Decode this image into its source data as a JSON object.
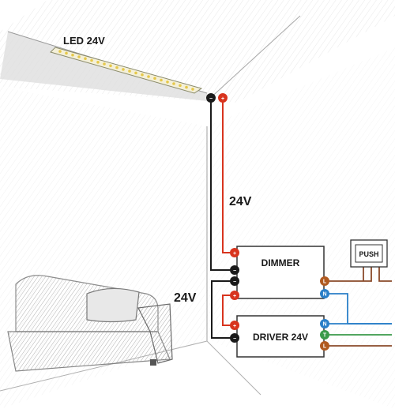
{
  "labels": {
    "led": "LED 24V",
    "voltage_top": "24V",
    "voltage_left": "24V",
    "dimmer": "DIMMER",
    "driver": "DRIVER 24V",
    "push": "PUSH"
  },
  "terminals": {
    "led_neg": "−",
    "led_pos": "+",
    "dimmer_pos": "+",
    "dimmer_neg": "−",
    "dimmer_L": "L",
    "dimmer_N": "N",
    "dimmer_out_neg": "−",
    "dimmer_out_pos": "+",
    "driver_pos": "+",
    "driver_neg": "−",
    "driver_N": "N",
    "driver_T": "T",
    "driver_L": "L"
  },
  "colors": {
    "red_wire": "#d8341e",
    "black_wire": "#1a1a1a",
    "brown_wire": "#8a4a2a",
    "blue_wire": "#2a7fc8",
    "green_wire": "#3a9a4a",
    "neg_terminal": "#1a1a1a",
    "pos_terminal": "#d8341e",
    "live_terminal": "#b05a20",
    "neutral_terminal": "#2a7fc8",
    "earth_terminal": "#3a9a4a"
  }
}
